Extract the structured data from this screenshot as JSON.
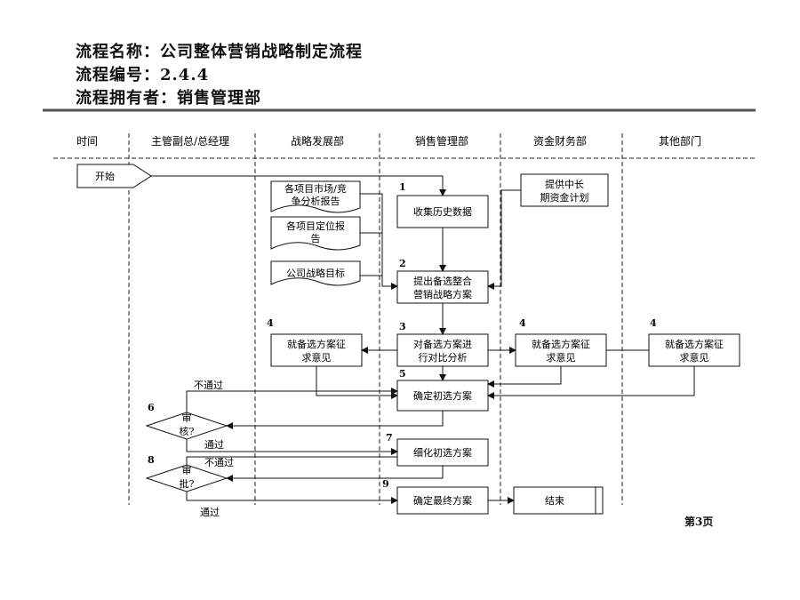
{
  "header": {
    "name_label": "流程名称：",
    "name_value": "公司整体营销战略制定流程",
    "code_label": "流程编号：",
    "code_value": "2.4.4",
    "owner_label": "流程拥有者：",
    "owner_value": "销售管理部"
  },
  "lanes": {
    "time": "时间",
    "vp": "主管副总/总经理",
    "strategy": "战略发展部",
    "sales": "销售管理部",
    "finance": "资金财务部",
    "other": "其他部门"
  },
  "nodes": {
    "start": "开始",
    "doc1_l1": "各项目市场/竞",
    "doc1_l2": "争分析报告",
    "doc2_l1": "各项目定位报",
    "doc2_l2": "告",
    "doc3": "公司战略目标",
    "fin_l1": "提供中长",
    "fin_l2": "期资金计划",
    "s1": "收集历史数据",
    "s2_l1": "提出备选整合",
    "s2_l2": "营销战略方案",
    "s3_l1": "对备选方案进",
    "s3_l2": "行对比分析",
    "s4_l1": "就备选方案征",
    "s4_l2": "求意见",
    "s5": "确定初选方案",
    "d6_l1": "审",
    "d6_l2": "核?",
    "s7": "细化初选方案",
    "d8_l1": "审",
    "d8_l2": "批?",
    "s9": "确定最终方案",
    "end": "结束"
  },
  "step_numbers": {
    "n1": "1",
    "n2": "2",
    "n3": "3",
    "n4a": "4",
    "n4b": "4",
    "n4c": "4",
    "n5": "5",
    "n6": "6",
    "n7": "7",
    "n8": "8",
    "n9": "9"
  },
  "edge_labels": {
    "reject1": "不通过",
    "pass1": "通过",
    "reject2": "不通过",
    "pass2": "通过"
  },
  "footer": {
    "page": "第3页"
  }
}
